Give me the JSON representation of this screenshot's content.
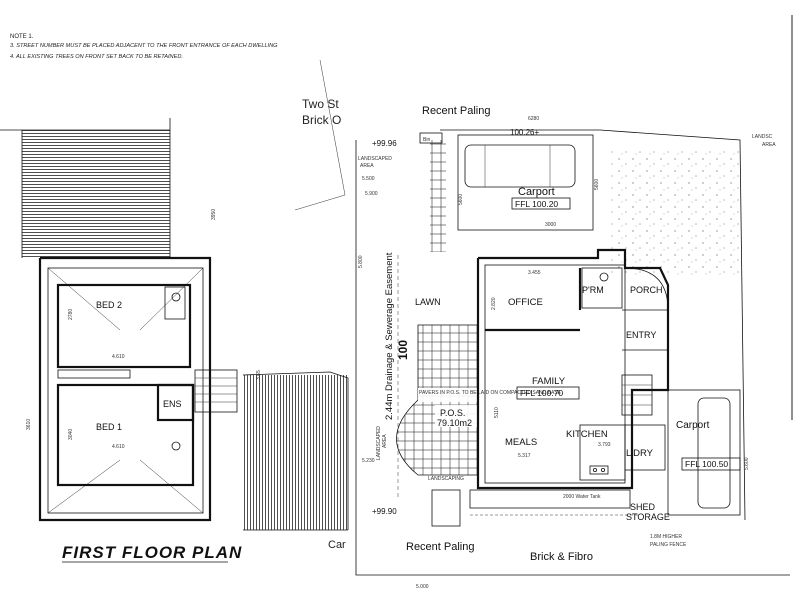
{
  "notes": [
    "NOTE 1.",
    "3. STREET NUMBER MUST BE PLACED ADJACENT TO THE FRONT ENTRANCE OF EACH DWELLING",
    "4. ALL EXISTING TREES ON FRONT SET BACK TO BE RETAINED."
  ],
  "first_floor": {
    "title": "FIRST FLOOR PLAN",
    "rooms": {
      "bed2": "BED 2",
      "bed1": "BED 1",
      "ens": "ENS"
    },
    "dims": {
      "bed2_h": "2780",
      "bed1_h": "3040",
      "total_h": "3610",
      "side": "3950",
      "stair": "3.65",
      "bed2_w": "4.610",
      "bed1_w": "4.610"
    }
  },
  "neighbour": {
    "two_storey": "Two St",
    "brick": "Brick O",
    "car": "Car"
  },
  "ground_floor": {
    "fence_top": "Recent Paling",
    "fence_bottom": "Recent Paling",
    "brick_fibro": "Brick & Fibro",
    "level_rl_top": "100.26+",
    "level_tl": "+99.96",
    "level_bl": "+99.90",
    "bin": "Bin",
    "landscaped_area_l": [
      "LANDSCAPED",
      "AREA"
    ],
    "landscaped_area_r": [
      "LANDSC",
      "AREA"
    ],
    "carport": "Carport",
    "carport_ffl": "FFL 100.20",
    "carport2": "Carport",
    "carport2_ffl": "FFL 100.50",
    "easement": "2.44m Drainage & Sewerage Easement",
    "lawn": "LAWN",
    "frontage": "100",
    "office": "OFFICE",
    "prm": "P'RM",
    "porch": "PORCH",
    "entry": "ENTRY",
    "family": "FAMILY",
    "family_ffl": "FFL 100.70",
    "pos_note": "PAVERS IN P.O.S. TO BE LAID ON COMPACTED SAND BASE",
    "pos": "P.O.S.",
    "pos_area": "79.10m2",
    "landscaped_side": [
      "LANDSCAPED",
      "AREA"
    ],
    "meals": "MEALS",
    "kitchen": "KITCHEN",
    "laundry": "L'DRY",
    "landscaping": "LANDSCAPING",
    "water_tank": "2000 Water Tank",
    "shed": "SHED",
    "storage": "STORAGE",
    "fence_note": [
      "1.8M HIGHER",
      "PALING FENCE"
    ],
    "dims": {
      "top_width": "6280",
      "carport_w": "3000",
      "carport_h": "5600",
      "driveway": "5600",
      "office_w": "3.455",
      "office_h": "2.820",
      "family_h": "5110",
      "meals_w": "5.317",
      "kitchen_w": "3.793",
      "left_w": "5.800",
      "dim_a": "5.500",
      "dim_b": "5.900",
      "dim_c": "5.230",
      "dim_d": "5.600",
      "bottom": "5.000"
    }
  }
}
